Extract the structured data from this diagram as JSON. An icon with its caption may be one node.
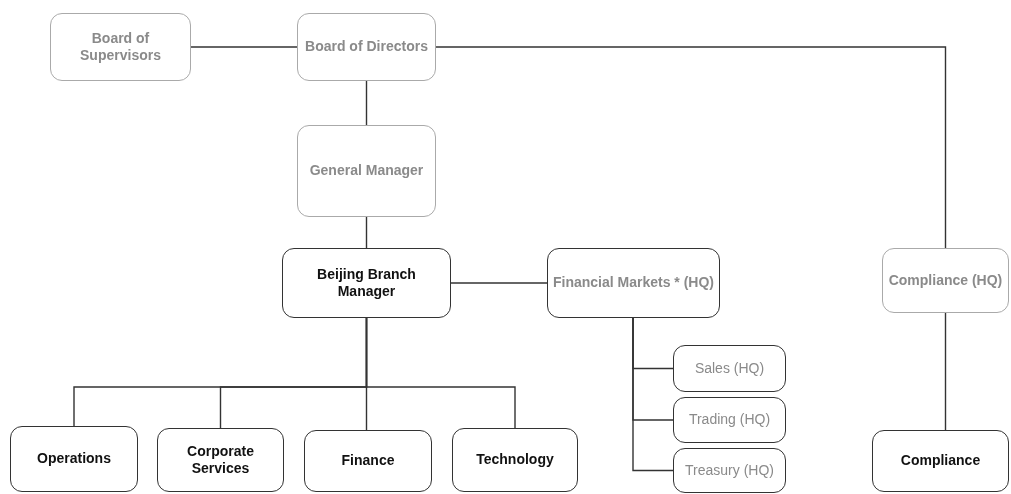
{
  "diagram": {
    "nodes": [
      {
        "text": [
          "Board of Supervisors"
        ]
      },
      {
        "text": [
          "Board of Directors"
        ]
      },
      {
        "text": [
          "General Manager"
        ]
      },
      {
        "text": [
          "Beijing Branch Manager"
        ]
      },
      {
        "text": [
          "Financial Markets * (HQ)"
        ]
      },
      {
        "text": [
          "Compliance (HQ)"
        ]
      },
      {
        "text": [
          "Sales (HQ)"
        ]
      },
      {
        "text": [
          "Trading (HQ)"
        ]
      },
      {
        "text": [
          "Treasury (HQ)"
        ]
      },
      {
        "text": [
          "Operations"
        ]
      },
      {
        "text": [
          "Corporate Services"
        ]
      },
      {
        "text": [
          "Finance"
        ]
      },
      {
        "text": [
          "Technology"
        ]
      },
      {
        "text": [
          "Compliance"
        ]
      }
    ],
    "edges": [
      {
        "from": 0,
        "to": 1,
        "arrow": "none"
      },
      {
        "from": 1,
        "to": 2,
        "arrow": "none"
      },
      {
        "from": 1,
        "to": 5,
        "arrow": "none"
      },
      {
        "from": 2,
        "to": 3,
        "arrow": "none"
      },
      {
        "from": 3,
        "to": 4,
        "arrow": "none"
      },
      {
        "from": 4,
        "to": 6,
        "arrow": "none"
      },
      {
        "from": 4,
        "to": 7,
        "arrow": "none"
      },
      {
        "from": 4,
        "to": 8,
        "arrow": "none"
      },
      {
        "from": 3,
        "to": 9,
        "arrow": "none"
      },
      {
        "from": 3,
        "to": 10,
        "arrow": "none"
      },
      {
        "from": 3,
        "to": 11,
        "arrow": "none"
      },
      {
        "from": 3,
        "to": 12,
        "arrow": "none"
      },
      {
        "from": 5,
        "to": 13,
        "arrow": "none"
      }
    ]
  }
}
